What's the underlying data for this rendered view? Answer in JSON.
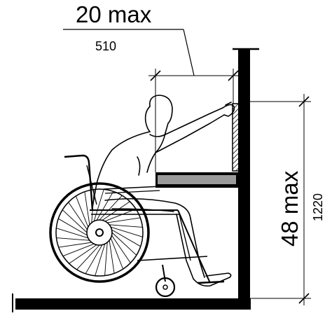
{
  "reach_dimension": {
    "imperial": "20 max",
    "metric": "510"
  },
  "height_dimension": {
    "imperial": "48 max",
    "metric": "1220"
  },
  "colors": {
    "ink": "#000000",
    "shelf_fill": "#9a9a9a",
    "background": "#ffffff"
  }
}
